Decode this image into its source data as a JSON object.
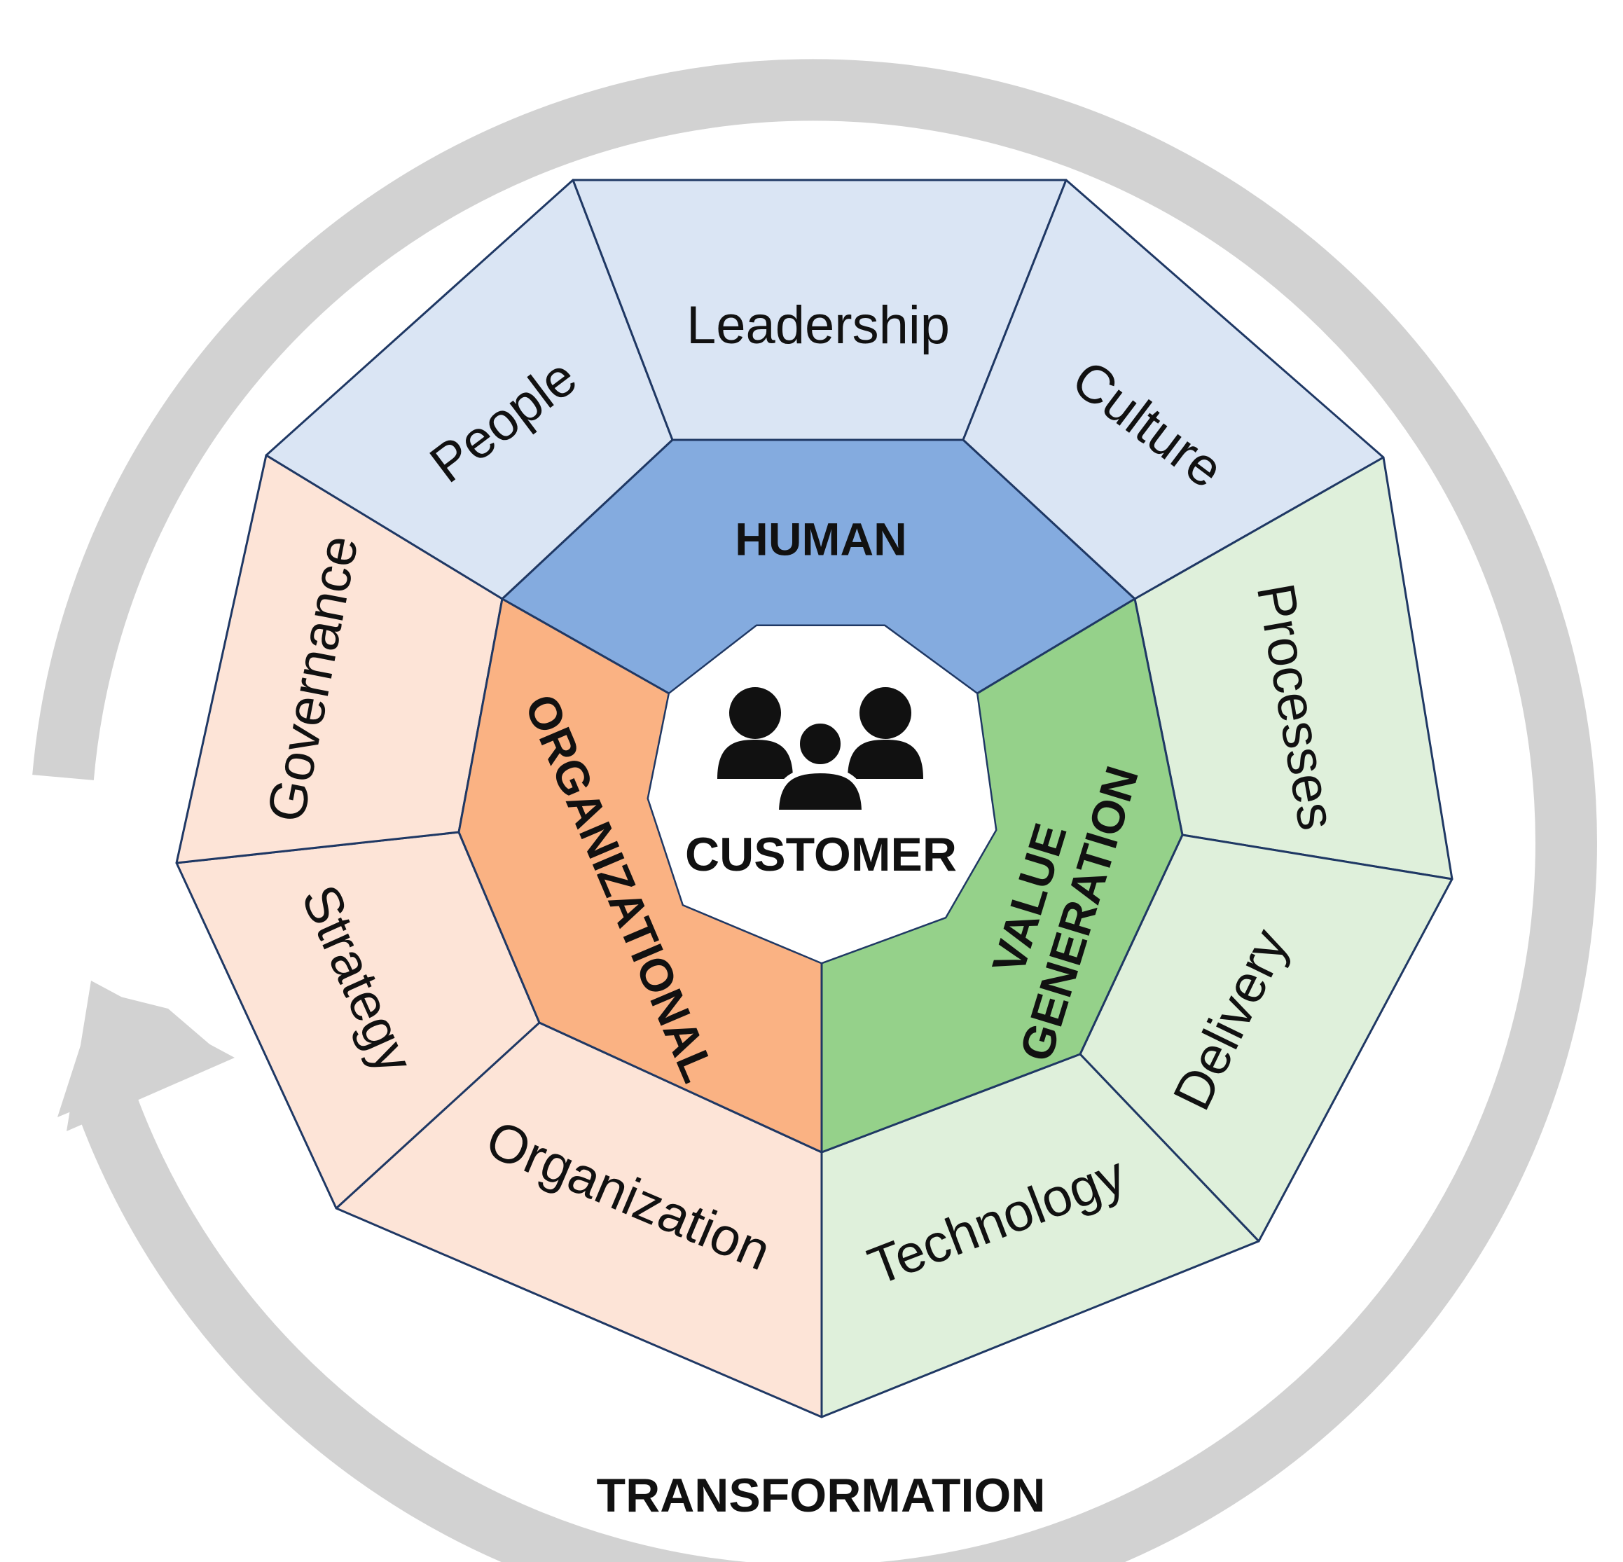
{
  "diagram": {
    "title": "TRANSFORMATION",
    "center": {
      "label": "CUSTOMER",
      "icon": "people-group-icon"
    },
    "groups": [
      {
        "key": "human",
        "label": "HUMAN",
        "inner_color": "#84ABDF",
        "outer_color": "#DAE5F4",
        "segments": [
          "People",
          "Leadership",
          "Culture"
        ]
      },
      {
        "key": "value-generation",
        "label": "VALUE GENERATION",
        "label_lines": [
          "VALUE",
          "GENERATION"
        ],
        "inner_color": "#95D18A",
        "outer_color": "#DFF0DB",
        "segments": [
          "Processes",
          "Delivery",
          "Technology"
        ]
      },
      {
        "key": "organizational",
        "label": "ORGANIZATIONAL",
        "inner_color": "#FAB283",
        "outer_color": "#FDE4D7",
        "segments": [
          "Organization",
          "Strategy",
          "Governance"
        ]
      }
    ],
    "colors": {
      "outline": "#1F3864",
      "cycle_arrow": "#D2D2D2",
      "center_fill": "#FFFFFF"
    }
  }
}
